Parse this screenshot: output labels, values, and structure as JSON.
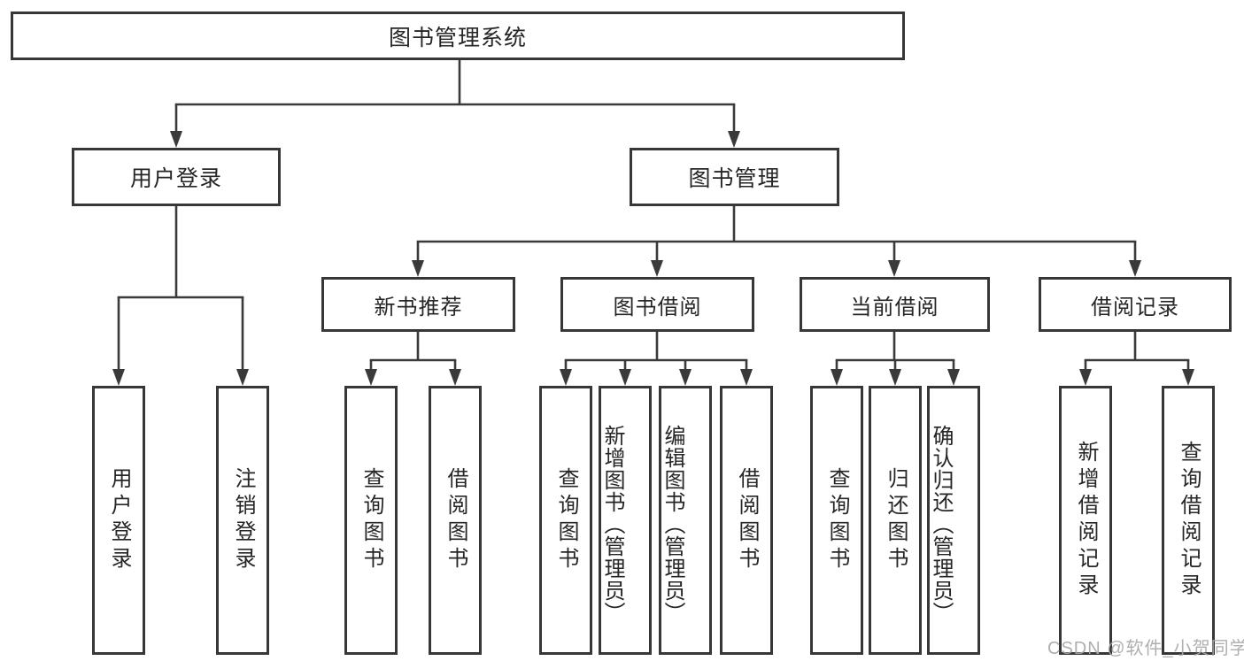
{
  "diagram": {
    "root": {
      "label": "图书管理系统"
    },
    "branches": [
      {
        "label": "用户登录",
        "children": [
          {
            "label": "用户登录"
          },
          {
            "label": "注销登录"
          }
        ]
      },
      {
        "label": "图书管理",
        "groups": [
          {
            "label": "新书推荐",
            "children": [
              {
                "label": "查询图书"
              },
              {
                "label": "借阅图书"
              }
            ]
          },
          {
            "label": "图书借阅",
            "children": [
              {
                "label": "查询图书"
              },
              {
                "label": "新增图书（管理员）"
              },
              {
                "label": "编辑图书（管理员）"
              },
              {
                "label": "借阅图书"
              }
            ]
          },
          {
            "label": "当前借阅",
            "children": [
              {
                "label": "查询图书"
              },
              {
                "label": "归还图书"
              },
              {
                "label": "确认归还（管理员）"
              }
            ]
          },
          {
            "label": "借阅记录",
            "children": [
              {
                "label": "新增借阅记录"
              },
              {
                "label": "查询借阅记录"
              }
            ]
          }
        ]
      }
    ]
  },
  "watermark": {
    "text": "CSDN @软件_小贺同学"
  },
  "colors": {
    "border": "#373737",
    "line": "#3a3a3a",
    "text": "#262626",
    "background": "#ffffff",
    "watermark": "#a8a8a8"
  }
}
